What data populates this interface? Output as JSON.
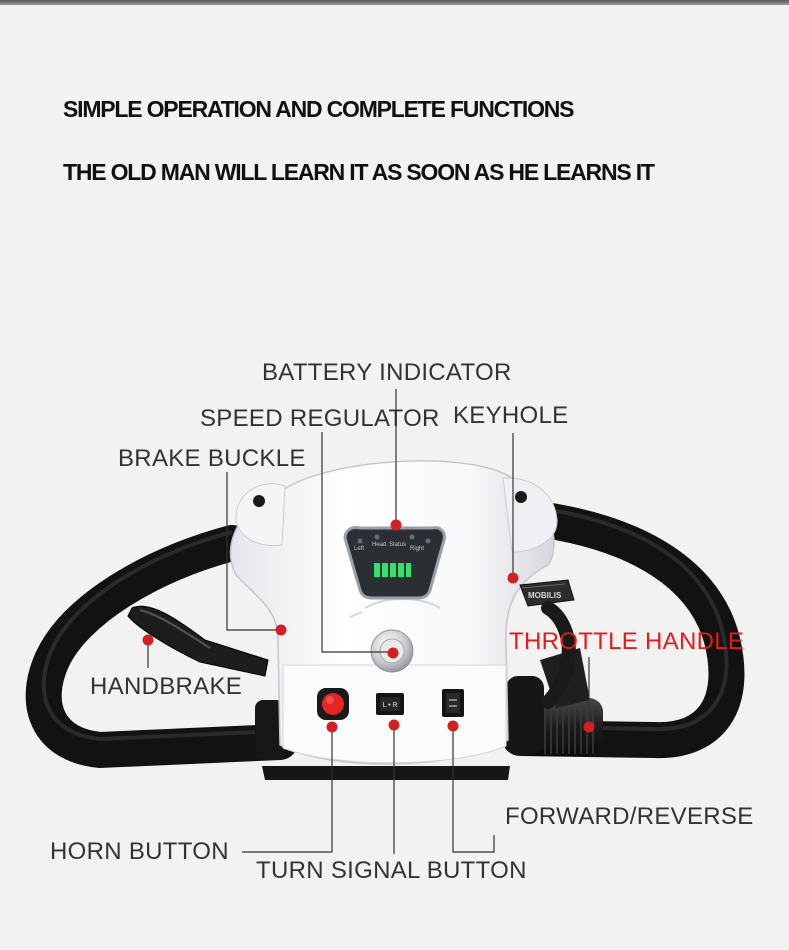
{
  "headings": {
    "line1": "SIMPLE OPERATION AND COMPLETE FUNCTIONS",
    "line2": "THE OLD MAN WILL LEARN IT AS SOON AS HE LEARNS IT"
  },
  "labels": {
    "battery_indicator": "BATTERY INDICATOR",
    "speed_regulator": "SPEED REGULATOR",
    "keyhole": "KEYHOLE",
    "brake_buckle": "BRAKE BUCKLE",
    "throttle_handle": "THROTTLE HANDLE",
    "handbrake": "HANDBRAKE",
    "horn_button": "HORN BUTTON",
    "turn_signal_button": "TURN SIGNAL BUTTON",
    "forward_reverse": "FORWARD/REVERSE"
  },
  "panel": {
    "lamp_left": "Left",
    "lamp_head": "Head",
    "lamp_status": "Status",
    "lamp_right": "Right",
    "turn_switch": "L • R",
    "key_tag": "MOBILIS"
  },
  "colors": {
    "callout_dot": "#d42020",
    "throttle_label": "#e31b1b",
    "battery_bars": "#2ee36a"
  }
}
